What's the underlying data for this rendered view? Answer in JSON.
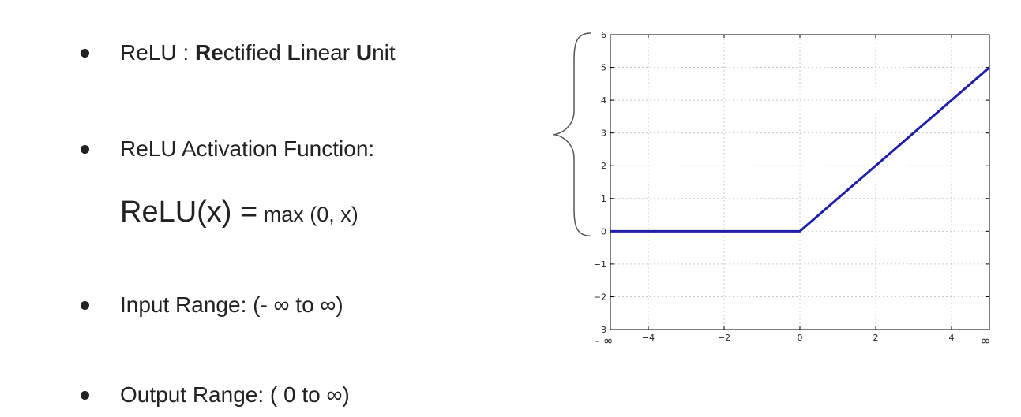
{
  "bullets": {
    "relu_prefix": "ReLU : ",
    "relu_re": "Re",
    "relu_ctified": "ctified ",
    "relu_L": "L",
    "relu_inear": "inear ",
    "relu_U": "U",
    "relu_nit": "nit",
    "activation": "ReLU Activation Function:",
    "input_range": "Input Range: (- ∞ to ∞)",
    "output_range": "Output Range: ( 0 to ∞)"
  },
  "formula": {
    "lhs": "ReLU(x) =",
    "rhs": " max (0, x)"
  },
  "chart_data": {
    "type": "line",
    "series": [
      {
        "x": [
          -5,
          0,
          5
        ],
        "y": [
          0,
          0,
          5
        ],
        "color": "#1f1fa8"
      }
    ],
    "xlim": [
      -5,
      5
    ],
    "ylim": [
      -3,
      6
    ],
    "x_ticks": [
      -4,
      -2,
      0,
      2,
      4
    ],
    "x_tick_labels": [
      "−4",
      "−2",
      "0",
      "2",
      "4"
    ],
    "y_ticks": [
      -3,
      -2,
      -1,
      0,
      1,
      2,
      3,
      4,
      5,
      6
    ],
    "y_tick_labels": [
      "−3",
      "−2",
      "−1",
      "0",
      "1",
      "2",
      "3",
      "4",
      "5",
      "6"
    ],
    "x_end_labels": [
      "- ∞",
      "∞"
    ],
    "grid": true,
    "grid_color": "#c8c8c8",
    "brace": "left"
  }
}
